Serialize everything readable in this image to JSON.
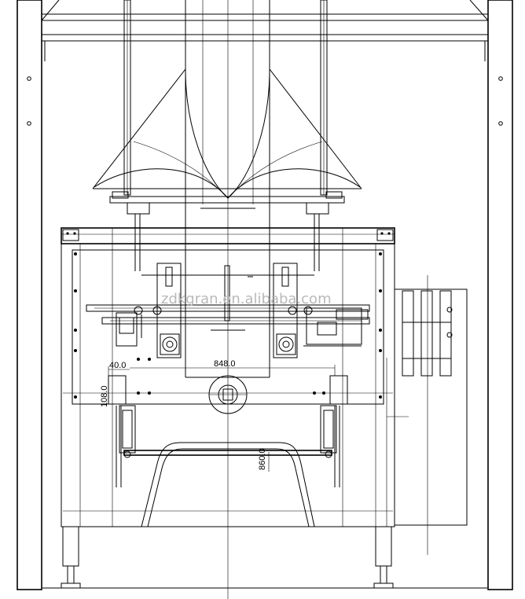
{
  "watermark": "zdkgran.en.alibaba.com",
  "dimensions": {
    "left_offset": "40.0",
    "inner_width": "848.0",
    "vertical_height": "860.0",
    "side_height": "108.0"
  }
}
